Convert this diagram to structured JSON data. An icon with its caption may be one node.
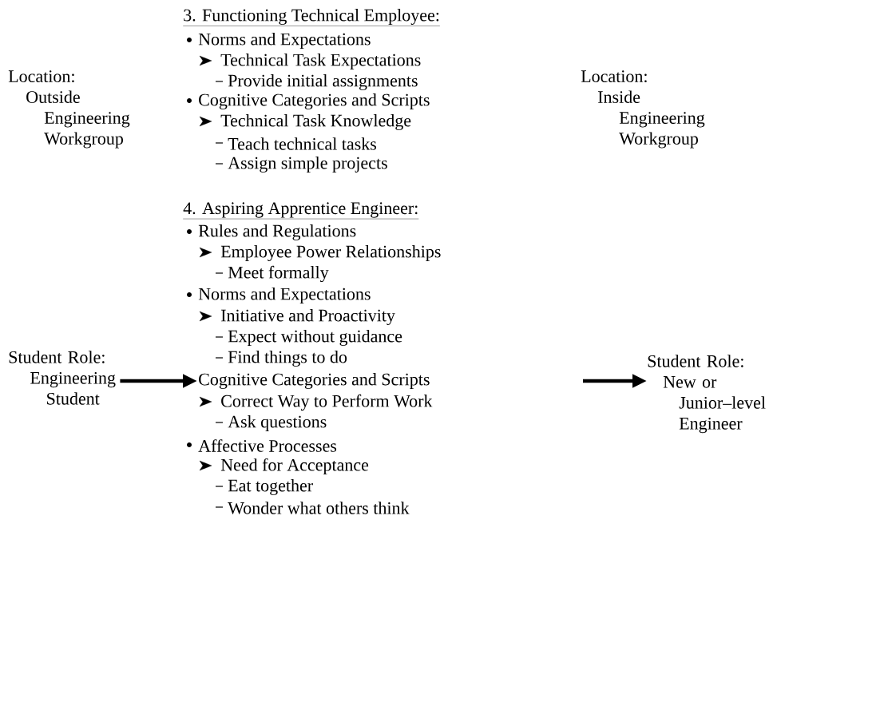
{
  "diagram": {
    "nodes": [
      {
        "text": [
          "Location:",
          "Outside",
          "Engineering Workgroup"
        ]
      },
      {
        "text": [
          "3. Functioning Technical Employee:"
        ]
      },
      {
        "text": [
          "Norms and Expectations"
        ]
      },
      {
        "text": [
          "Technical Task Expectations"
        ]
      },
      {
        "text": [
          "Provide initial assignments"
        ]
      },
      {
        "text": [
          "Cognitive Categories and Scripts"
        ]
      },
      {
        "text": [
          "Technical Task Knowledge"
        ]
      },
      {
        "text": [
          "Teach technical tasks"
        ]
      },
      {
        "text": [
          "Assign simple projects"
        ]
      },
      {
        "text": [
          "Location:",
          "Inside",
          "Engineering Workgroup"
        ]
      },
      {
        "text": [
          "Student Role:",
          "Engineering Student"
        ]
      },
      {
        "text": [
          "4. Aspiring Apprentice Engineer:"
        ]
      },
      {
        "text": [
          "Rules and Regulations"
        ]
      },
      {
        "text": [
          "Employee Power Relationships"
        ]
      },
      {
        "text": [
          "Meet formally"
        ]
      },
      {
        "text": [
          "Norms and Expectations"
        ]
      },
      {
        "text": [
          "Initiative and Proactivity"
        ]
      },
      {
        "text": [
          "Expect without guidance"
        ]
      },
      {
        "text": [
          "Find things to do"
        ]
      },
      {
        "text": [
          "Cognitive Categories and Scripts"
        ]
      },
      {
        "text": [
          "Correct Way to Perform Work"
        ]
      },
      {
        "text": [
          "Ask questions"
        ]
      },
      {
        "text": [
          "Affective Processes"
        ]
      },
      {
        "text": [
          "Need for Acceptance"
        ]
      },
      {
        "text": [
          "Eat together"
        ]
      },
      {
        "text": [
          "Wonder what others think"
        ]
      },
      {
        "text": [
          "Student Role:",
          "New or",
          "Junior–level Engineer"
        ]
      }
    ],
    "edges": [
      {
        "from": 10,
        "to": 19,
        "arrow": "to"
      },
      {
        "from": null,
        "to": 26,
        "arrow": "to"
      }
    ]
  }
}
